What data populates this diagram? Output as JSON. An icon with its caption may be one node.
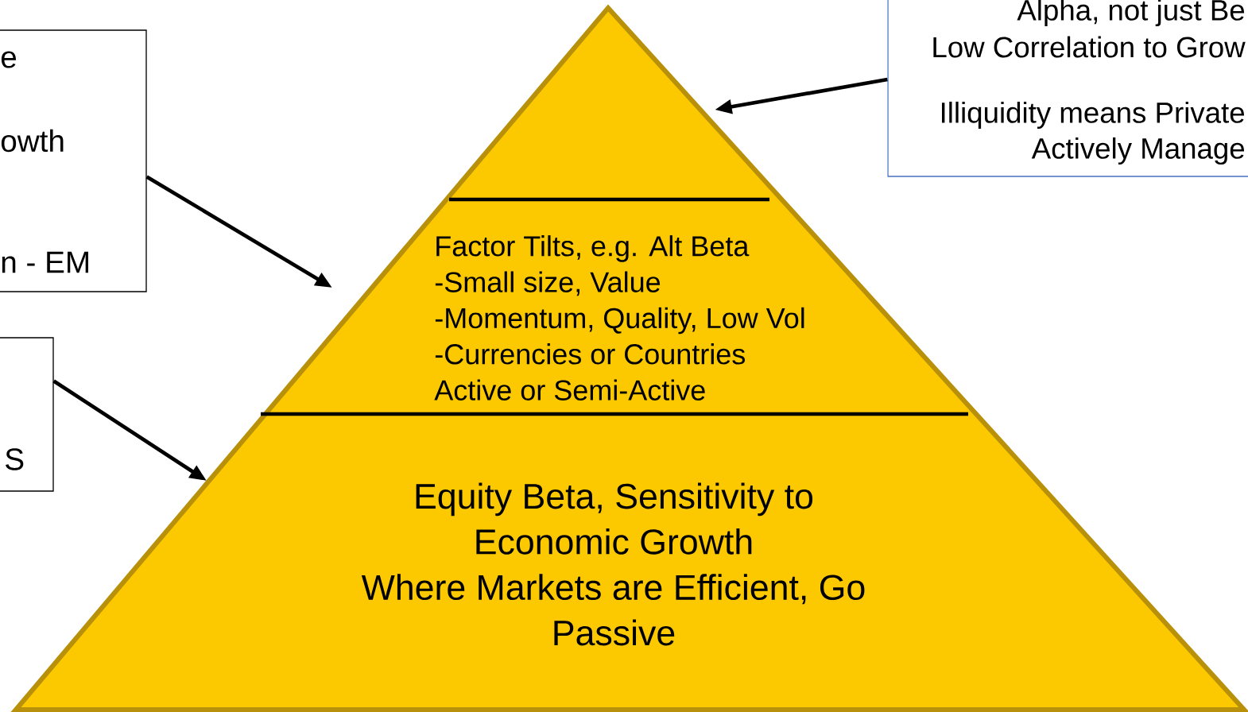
{
  "diagram": {
    "nodes": [
      {
        "text": [],
        "shape": "triangle"
      },
      {
        "text": [
          "Factor Tilts, e.g. Alt Beta",
          "-Small size, Value",
          "-Momentum, Quality, Low Vol",
          "-Currencies or Countries",
          "Active or Semi-Active"
        ]
      },
      {
        "text": [
          "Equity Beta, Sensitivity to Economic Growth",
          "Where Markets are Efficient, Go Passive"
        ]
      },
      {
        "text": [
          "e",
          "owth",
          "n - EM"
        ]
      },
      {
        "text": [
          "S"
        ]
      },
      {
        "text": [
          "Alpha, not just Be",
          "Low Correlation to Grow",
          "Illiquidity means Private",
          "Actively Manage"
        ]
      }
    ],
    "edges": [
      {
        "from": 3,
        "to": 1,
        "arrow": "to"
      },
      {
        "from": 4,
        "to": 2,
        "arrow": "to"
      },
      {
        "from": 5,
        "to": 0,
        "arrow": "to"
      }
    ]
  }
}
